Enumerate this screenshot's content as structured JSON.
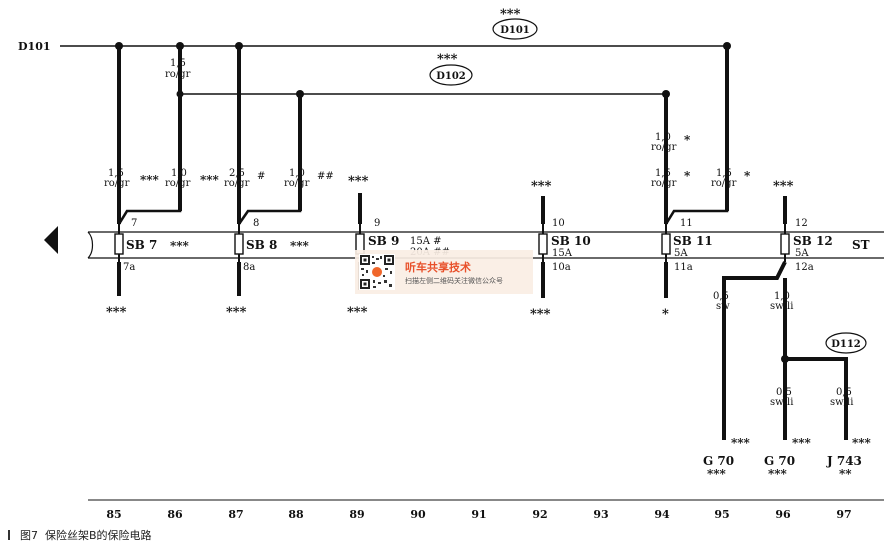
{
  "diagram": {
    "busbar_label": "D101",
    "connectors": [
      {
        "id": "d101",
        "label": "D101",
        "stars": "***"
      },
      {
        "id": "d102",
        "label": "D102",
        "stars": "***"
      },
      {
        "id": "d112",
        "label": "D112"
      }
    ],
    "wires": [
      {
        "id": "w85",
        "gauge": "1,5",
        "color": "ro/gr",
        "mark": "***"
      },
      {
        "id": "w86top",
        "gauge": "1,5",
        "color": "ro/gr"
      },
      {
        "id": "w86",
        "gauge": "1,0",
        "color": "ro/gr",
        "mark": "***"
      },
      {
        "id": "w87",
        "gauge": "2,5",
        "color": "ro/gr",
        "mark": "#"
      },
      {
        "id": "w88",
        "gauge": "1,0",
        "color": "ro/gr",
        "mark": "##"
      },
      {
        "id": "w94top",
        "gauge": "1,0",
        "color": "ro/gr",
        "mark": "*"
      },
      {
        "id": "w94",
        "gauge": "1,5",
        "color": "ro/gr",
        "mark": "*"
      },
      {
        "id": "w95",
        "gauge": "1,5",
        "color": "ro/gr",
        "mark": "*"
      },
      {
        "id": "w95b",
        "gauge": "0,5",
        "color": "sw"
      },
      {
        "id": "w96",
        "gauge": "1,0",
        "color": "sw/li"
      },
      {
        "id": "w96b",
        "gauge": "0,5",
        "color": "sw/li"
      },
      {
        "id": "w97",
        "gauge": "0,5",
        "color": "sw/li"
      }
    ],
    "fuses": [
      {
        "name": "SB 7",
        "pin_top": "7",
        "pin_bottom": "7a",
        "rating": ""
      },
      {
        "name": "SB 8",
        "pin_top": "8",
        "pin_bottom": "8a",
        "rating": ""
      },
      {
        "name": "SB 9",
        "pin_top": "9",
        "pin_bottom": "",
        "rating": "15A #",
        "rating2": "20A ##"
      },
      {
        "name": "SB 10",
        "pin_top": "10",
        "pin_bottom": "10a",
        "rating": "15A"
      },
      {
        "name": "SB 11",
        "pin_top": "11",
        "pin_bottom": "11a",
        "rating": "5A"
      },
      {
        "name": "SB 12",
        "pin_top": "12",
        "pin_bottom": "12a",
        "rating": "5A"
      }
    ],
    "strip_label": "ST",
    "star_marks": {
      "three": "***",
      "one": "*"
    },
    "grounds": [
      {
        "label": "G 70",
        "stars": "***"
      },
      {
        "label": "G 70",
        "stars": "***"
      },
      {
        "label": "J 743",
        "stars": "**"
      }
    ],
    "columns": [
      "85",
      "86",
      "87",
      "88",
      "89",
      "90",
      "91",
      "92",
      "93",
      "94",
      "95",
      "96",
      "97"
    ]
  },
  "caption": {
    "figure": "图7",
    "text": "保险丝架B的保险电路"
  },
  "watermark": {
    "title": "听车共享技术",
    "subtitle": "扫描左侧二维码关注微信公众号"
  },
  "colors": {
    "ink": "#111111",
    "watermark_accent": "#e8502a",
    "watermark_bg": "#faeee4"
  }
}
